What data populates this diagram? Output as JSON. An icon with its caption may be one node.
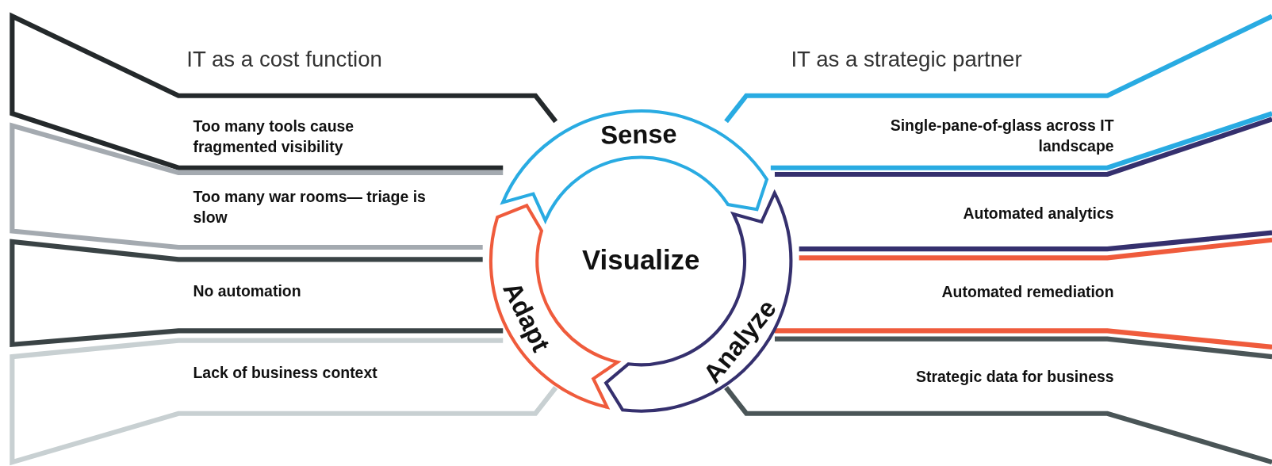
{
  "diagram": {
    "nodes": [
      {
        "text": [
          "Visualize"
        ]
      },
      {
        "text": [
          "Sense"
        ]
      },
      {
        "text": [
          "Analyze"
        ]
      },
      {
        "text": [
          "Adapt"
        ]
      },
      {
        "text": [
          "Too many tools cause fragmented visibility"
        ]
      },
      {
        "text": [
          "Too many war rooms— triage is slow"
        ]
      },
      {
        "text": [
          "No automation"
        ]
      },
      {
        "text": [
          "Lack of business context"
        ]
      },
      {
        "text": [
          "Single-pane-of-glass across IT landscape"
        ]
      },
      {
        "text": [
          "Automated analytics"
        ]
      },
      {
        "text": [
          "Automated remediation"
        ]
      },
      {
        "text": [
          "Strategic data for business"
        ]
      }
    ],
    "labels": [
      "IT as a cost function",
      "IT as a strategic partner"
    ]
  }
}
